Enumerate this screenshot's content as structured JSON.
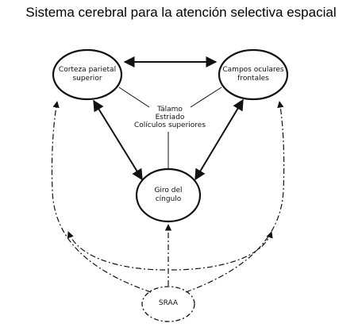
{
  "title": "Sistema cerebral para la atención selectiva espacial",
  "nodes": {
    "parietal": {
      "line1": "Corteza parietal",
      "line2": "superior"
    },
    "frontal": {
      "line1": "Campos oculares",
      "line2": "frontales"
    },
    "cingulate": {
      "line1": "Giro del",
      "line2": "cíngulo"
    },
    "sraa": {
      "label": "SRAA"
    }
  },
  "center": {
    "line1": "Tálamo",
    "line2": "Estriado",
    "line3": "Colículos superiores"
  },
  "colors": {
    "ink": "#111111",
    "background": "#ffffff"
  }
}
